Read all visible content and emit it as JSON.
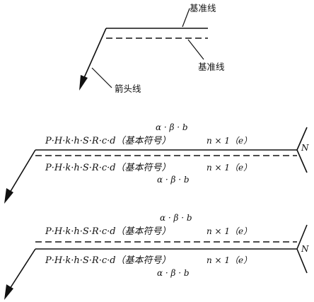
{
  "top": {
    "ref_line_label_1": "基准线",
    "ref_line_label_2": "基准线",
    "arrow_line_label": "箭头线"
  },
  "diagram1": {
    "upper_above": "α · β · b",
    "upper_main": "P·H·k·h·S·R·c·d（基本符号）",
    "upper_tail": "n × 1（e）",
    "lower_main": "P·H·k·h·S·R·c·d（基本符号）",
    "lower_tail": "n × 1（e）",
    "lower_below": "α · β · b",
    "tail_letter": "N"
  },
  "diagram2": {
    "upper_above": "α · β · b",
    "upper_main": "P·H·k·h·S·R·c·d（基本符号）",
    "upper_tail": "n × 1（e）",
    "lower_main": "P·H·k·h·S·R·c·d（基本符号）",
    "lower_tail": "n × 1（e）",
    "lower_below": "α · β · b",
    "tail_letter": "N"
  }
}
